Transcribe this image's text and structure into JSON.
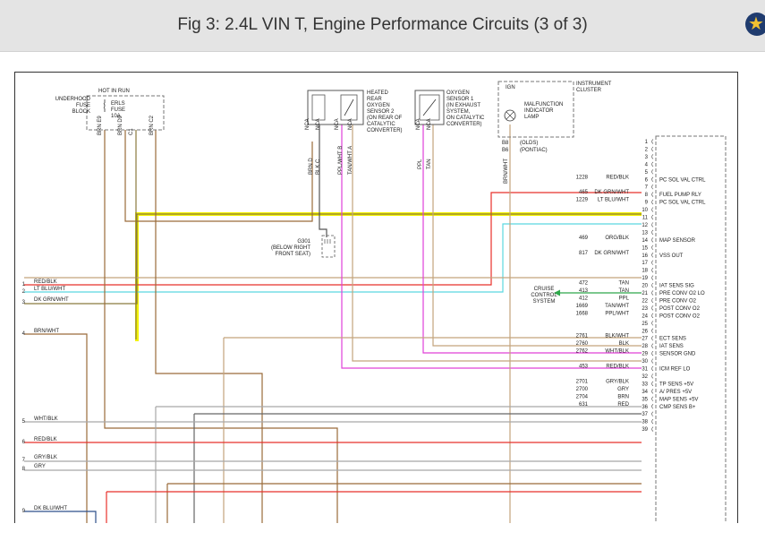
{
  "header": {
    "title": "Fig 3: 2.4L VIN T, Engine Performance Circuits (3 of 3)"
  },
  "blocks": {
    "underhood_fuse_block": [
      "UNDERHOOD",
      "FUSE",
      "BLOCK"
    ],
    "hot_in_run": "HOT IN RUN",
    "fuse": [
      "ERLS",
      "FUSE",
      "10A"
    ],
    "heated_sensor": [
      "HEATED",
      "REAR",
      "OXYGEN",
      "SENSOR 2",
      "(ON REAR OF",
      "CATALYTIC",
      "CONVERTER)"
    ],
    "oxygen_sensor_1": [
      "OXYGEN",
      "SENSOR 1",
      "(IN EXHAUST",
      "SYSTEM,",
      "ON CATALYTIC",
      "CONVERTER)"
    ],
    "instrument_cluster": [
      "INSTRUMENT",
      "CLUSTER"
    ],
    "ign": "IGN",
    "mil": [
      "MALFUNCTION",
      "INDICATOR",
      "LAMP"
    ],
    "b8_labels": [
      "B8",
      "B6"
    ],
    "b8_models": [
      "(OLDS)",
      "(PONTIAC)"
    ],
    "ground": [
      "G301",
      "(BELOW RIGHT",
      "FRONT SEAT)"
    ],
    "cruise": [
      "CRUISE",
      "CONTROL",
      "SYSTEM"
    ]
  },
  "vertical_labels": [
    {
      "id": "v1",
      "text": "BRN  E9"
    },
    {
      "id": "v2",
      "text": "BRN  D9"
    },
    {
      "id": "v3",
      "text": "C1"
    },
    {
      "id": "v4",
      "text": "BRN  C2"
    },
    {
      "id": "v5",
      "text": "NCA"
    },
    {
      "id": "v6",
      "text": "NCA"
    },
    {
      "id": "v7",
      "text": "NCA"
    },
    {
      "id": "v8",
      "text": "NCA"
    },
    {
      "id": "v9",
      "text": "BRN  D"
    },
    {
      "id": "v10",
      "text": "BLK  C"
    },
    {
      "id": "v11",
      "text": "PPL/WHT  B"
    },
    {
      "id": "v12",
      "text": "TAN/WHT  A"
    },
    {
      "id": "v13",
      "text": "NCA"
    },
    {
      "id": "v14",
      "text": "NCA"
    },
    {
      "id": "v15",
      "text": "PPL"
    },
    {
      "id": "v16",
      "text": "TAN"
    },
    {
      "id": "v17",
      "text": "BRN/WHT"
    }
  ],
  "left_connector": [
    {
      "pin": "1",
      "label": "RED/BLK"
    },
    {
      "pin": "2",
      "label": "LT BLU/WHT"
    },
    {
      "pin": "3",
      "label": "DK GRN/WHT"
    },
    {
      "pin": "4",
      "label": "BRN/WHT"
    },
    {
      "pin": "5",
      "label": "WHT/BLK"
    },
    {
      "pin": "6",
      "label": "RED/BLK"
    },
    {
      "pin": "7",
      "label": "GRY/BLK"
    },
    {
      "pin": "8",
      "label": "GRY"
    },
    {
      "pin": "9",
      "label": "DK BLU/WHT"
    }
  ],
  "pcm_pins": [
    "1",
    "2",
    "3",
    "4",
    "5",
    "6",
    "7",
    "8",
    "9",
    "10",
    "11",
    "12",
    "13",
    "14",
    "15",
    "16",
    "17",
    "18",
    "19",
    "20",
    "21",
    "22",
    "23",
    "24",
    "25",
    "26",
    "27",
    "28",
    "29",
    "30",
    "31",
    "32",
    "33",
    "34",
    "35",
    "36",
    "37",
    "38",
    "39"
  ],
  "pcm_wires": [
    {
      "pin": "6",
      "circuit": "1228",
      "color": "RED/BLK",
      "func": "PC SOL VAL CTRL"
    },
    {
      "pin": "8",
      "circuit": "465",
      "color": "DK GRN/WHT",
      "func": "FUEL PUMP RLY"
    },
    {
      "pin": "9",
      "circuit": "1229",
      "color": "LT BLU/WHT",
      "func": "PC SOL VAL CTRL"
    },
    {
      "pin": "14",
      "circuit": "469",
      "color": "ORG/BLK",
      "func": "MAP SENSOR"
    },
    {
      "pin": "16",
      "circuit": "817",
      "color": "DK GRN/WHT",
      "func": "VSS OUT"
    },
    {
      "pin": "20",
      "circuit": "472",
      "color": "TAN",
      "func": "IAT SENS SIG"
    },
    {
      "pin": "21",
      "circuit": "413",
      "color": "TAN",
      "func": "PRE CONV O2 LO"
    },
    {
      "pin": "22",
      "circuit": "412",
      "color": "PPL",
      "func": "PRE CONV O2"
    },
    {
      "pin": "23",
      "circuit": "1669",
      "color": "TAN/WHT",
      "func": "POST CONV O2"
    },
    {
      "pin": "24",
      "circuit": "1668",
      "color": "PPL/WHT",
      "func": "POST CONV O2"
    },
    {
      "pin": "27",
      "circuit": "2761",
      "color": "BLK/WHT",
      "func": "ECT SENS"
    },
    {
      "pin": "28",
      "circuit": "2760",
      "color": "BLK",
      "func": "IAT SENS"
    },
    {
      "pin": "29",
      "circuit": "2762",
      "color": "WHT/BLK",
      "func": "SENSOR GND"
    },
    {
      "pin": "31",
      "circuit": "453",
      "color": "RED/BLK",
      "func": "ICM REF LO"
    },
    {
      "pin": "33",
      "circuit": "2701",
      "color": "GRY/BLK",
      "func": "TP SENS +5V"
    },
    {
      "pin": "34",
      "circuit": "2700",
      "color": "GRY",
      "func": "A/ PRES +5V"
    },
    {
      "pin": "35",
      "circuit": "2704",
      "color": "BRN",
      "func": "MAP SENS +5V"
    },
    {
      "pin": "36",
      "circuit": "631",
      "color": "RED",
      "func": "CMP SENS B+"
    }
  ],
  "colors": {
    "red": "#e8302a",
    "cyan": "#5ad8e0",
    "brown": "#9a6b3a",
    "tan": "#c3a47c",
    "magenta": "#e040d8",
    "highlight": "#f2f200",
    "gray": "#a8a8a8",
    "green": "#2ea84a",
    "olive": "#8b7a3e"
  }
}
